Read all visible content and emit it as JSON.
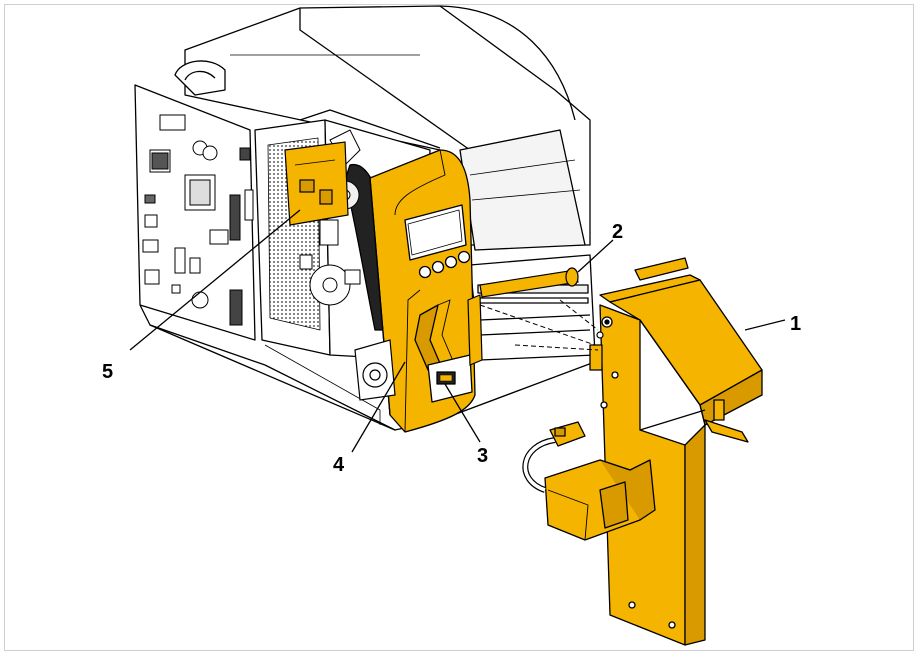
{
  "diagram": {
    "callouts": [
      {
        "id": "1",
        "text": "1"
      },
      {
        "id": "2",
        "text": "2"
      },
      {
        "id": "3",
        "text": "3"
      },
      {
        "id": "4",
        "text": "4"
      },
      {
        "id": "5",
        "text": "5"
      }
    ],
    "colors": {
      "highlight": "#f5b400",
      "highlight_dark": "#d99a00",
      "outline": "#000000",
      "body": "#ffffff",
      "shade": "#e6e6e6",
      "frame": "#cfcfcf"
    }
  }
}
